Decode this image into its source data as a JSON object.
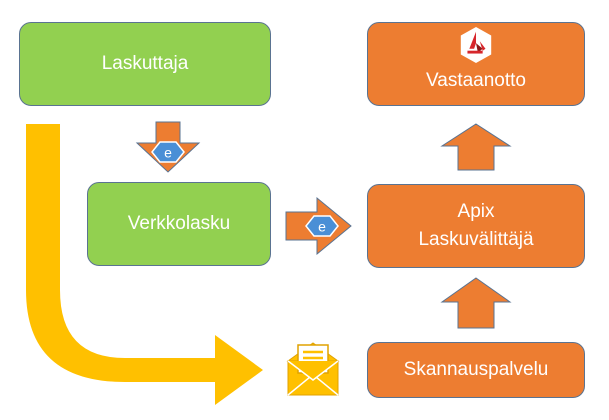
{
  "nodes": {
    "laskuttaja": "Laskuttaja",
    "verkkolasku": "Verkkolasku",
    "vastaanotto": "Vastaanotto",
    "apix_line1": "Apix",
    "apix_line2": "Laskuvälittäjä",
    "skannauspalvelu": "Skannauspalvelu"
  },
  "badges": {
    "einvoice_top": "e",
    "einvoice_middle": "e"
  },
  "icons": {
    "vastaanotto_logo": "recipient-logo-icon",
    "envelope": "envelope-document-icon",
    "einvoice": "e-invoice-badge-icon"
  },
  "colors": {
    "green": "#92d050",
    "orange": "#ed7d31",
    "yellow": "#ffc000",
    "blue": "#4a8fd6",
    "border": "#5a7391"
  }
}
